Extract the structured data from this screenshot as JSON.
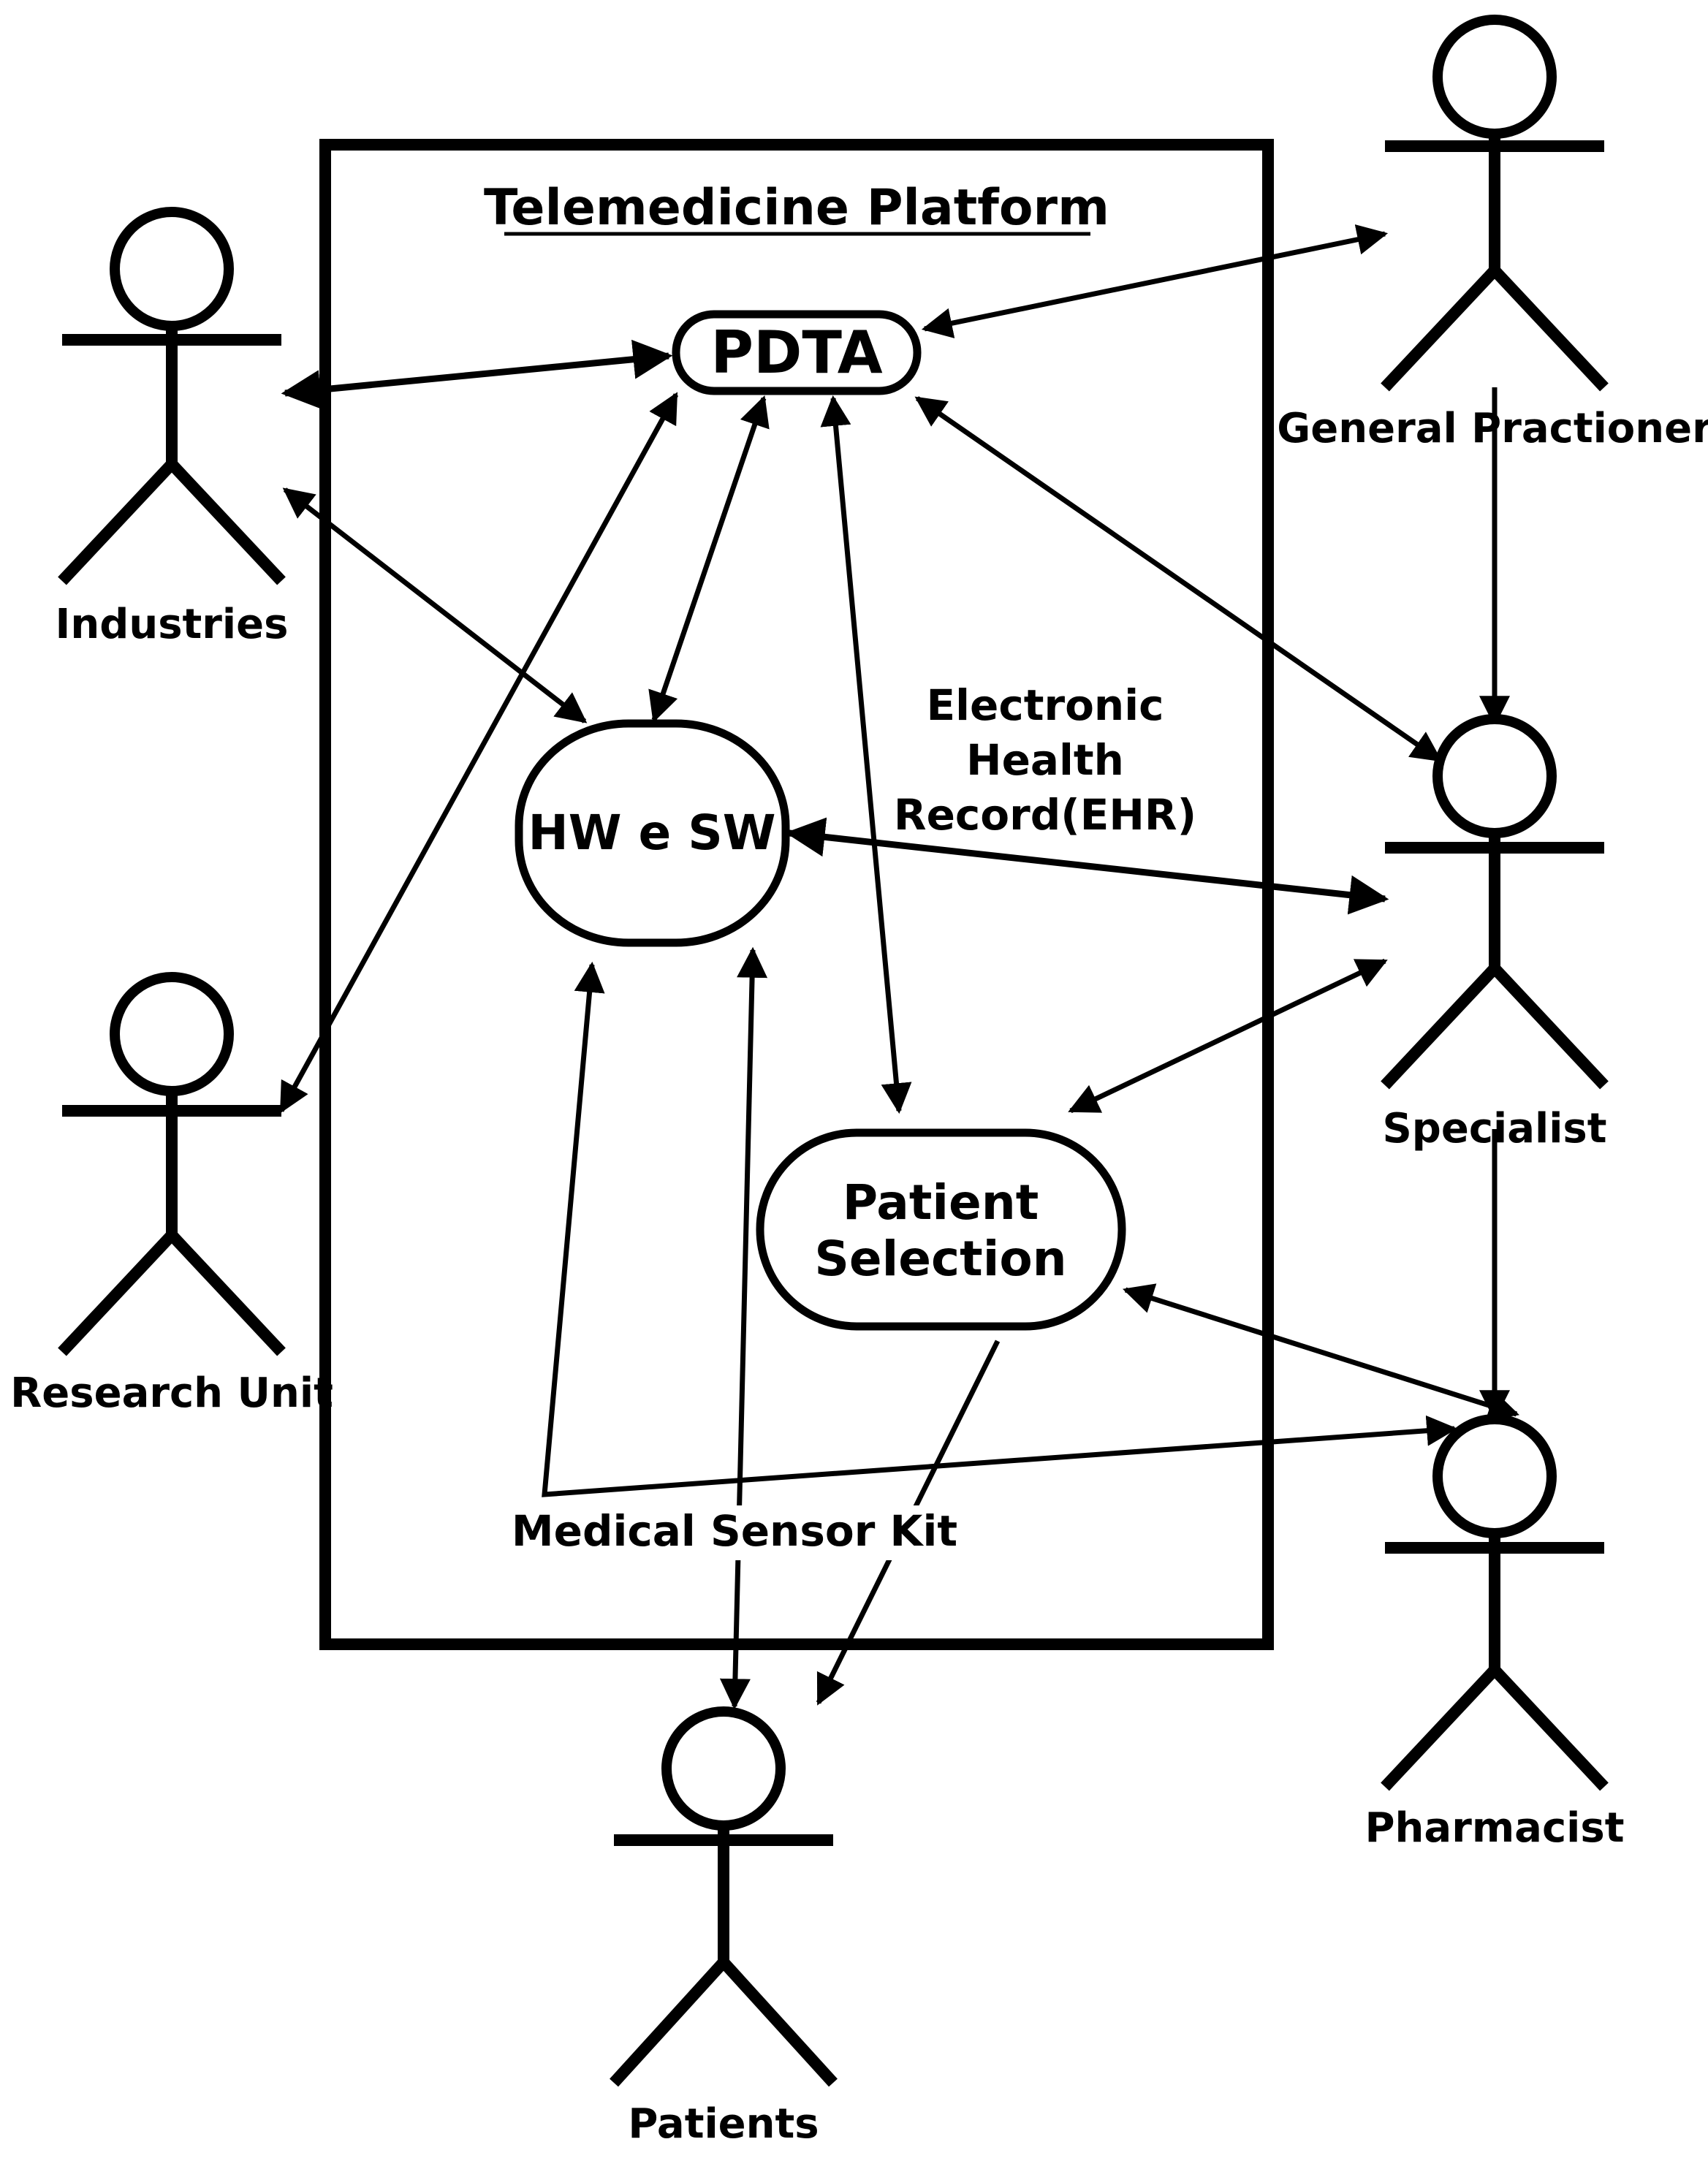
{
  "platform": {
    "title": "Telemedicine Platform"
  },
  "nodes": {
    "pdta": "PDTA",
    "hw_sw": "HW e SW",
    "patient_selection": [
      "Patient",
      "Selection"
    ]
  },
  "notes": {
    "ehr": [
      "Electronic",
      "Health",
      "Record(EHR)"
    ],
    "sensor_kit": "Medical Sensor Kit"
  },
  "actors": {
    "industries": "Industries",
    "research_unit": "Research Unit",
    "general_practitioner": "General Practioner",
    "specialist": "Specialist",
    "pharmacist": "Pharmacist",
    "patients": "Patients"
  }
}
